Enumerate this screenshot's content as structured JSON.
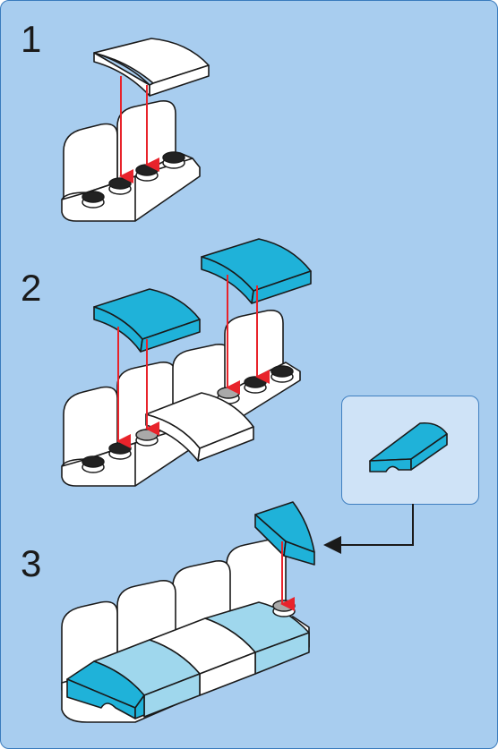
{
  "steps": [
    {
      "number": "1"
    },
    {
      "number": "2"
    },
    {
      "number": "3"
    }
  ],
  "colors": {
    "background": "#a8cdef",
    "frame": "#3a7bbd",
    "brick_white": "#ffffff",
    "brick_cyan": "#1fb2d9",
    "brick_light_cyan": "#9fd7ed",
    "stud_dark": "#222222",
    "stud_gray": "#a9a9a9",
    "arrow_red": "#e8232b",
    "callout_fill": "#cfe3f7",
    "callout_border": "#3f7fc0"
  },
  "icons": [
    "curved-slope-tile-icon",
    "bracket-plate-icon",
    "wedge-slope-icon",
    "red-arrow-icon",
    "pointer-arrow-icon"
  ]
}
